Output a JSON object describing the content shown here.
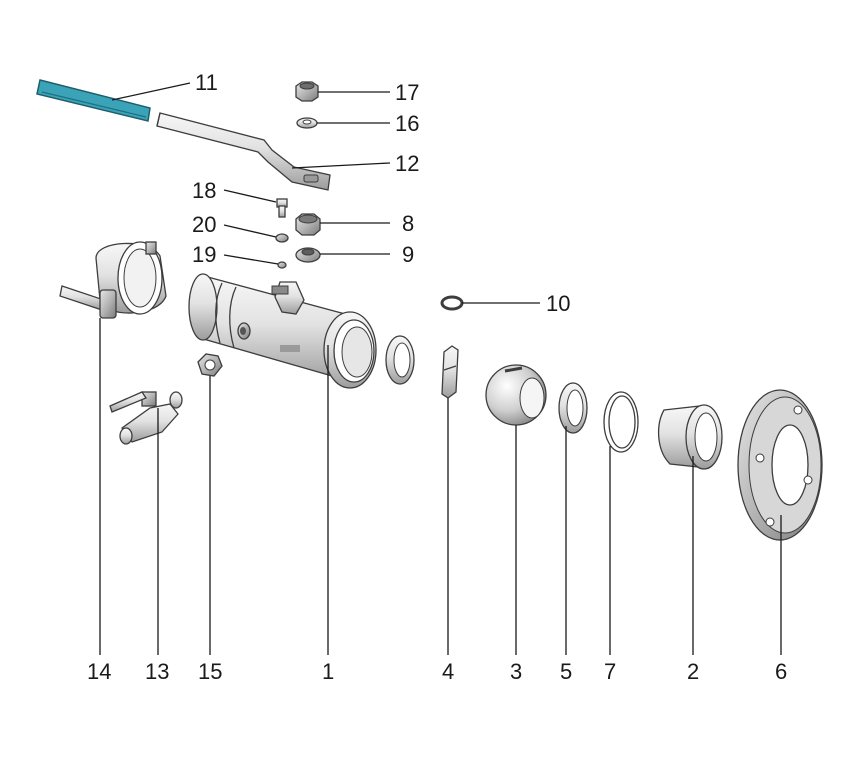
{
  "parts": [
    {
      "no": "1"
    },
    {
      "no": "2"
    },
    {
      "no": "3"
    },
    {
      "no": "4"
    },
    {
      "no": "5"
    },
    {
      "no": "6"
    },
    {
      "no": "7"
    },
    {
      "no": "8"
    },
    {
      "no": "9"
    },
    {
      "no": "10"
    },
    {
      "no": "11"
    },
    {
      "no": "12"
    },
    {
      "no": "13"
    },
    {
      "no": "14"
    },
    {
      "no": "15"
    },
    {
      "no": "16"
    },
    {
      "no": "17"
    },
    {
      "no": "18"
    },
    {
      "no": "19"
    },
    {
      "no": "20"
    }
  ],
  "colors": {
    "handle_grip": "#3aa3b8",
    "metal_light": "#f4f4f4",
    "metal_mid": "#c9c9c9",
    "metal_dark": "#8e8e8e",
    "outline": "#3d3d3d",
    "leader": "#1a1a1a"
  }
}
